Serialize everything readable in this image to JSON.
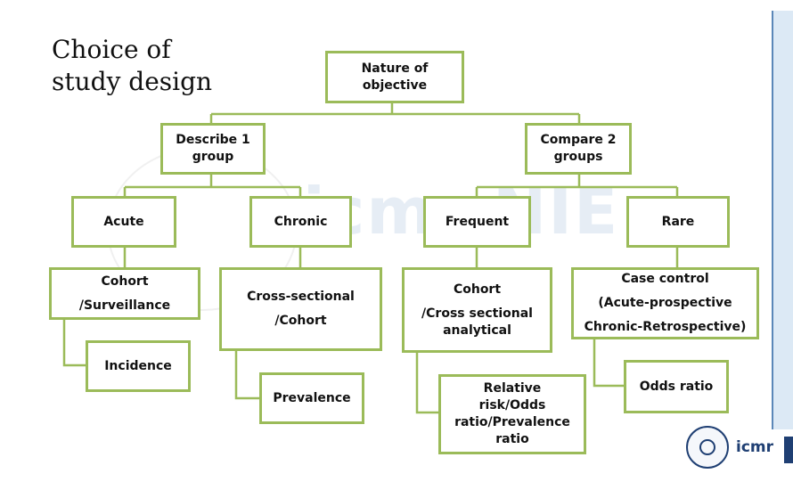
{
  "title": {
    "line1": "Choice of",
    "line2": "study design"
  },
  "nodes": {
    "root": "Nature of objective",
    "describe": "Describe 1 group",
    "compare": "Compare 2 groups",
    "acute": "Acute",
    "chronic": "Chronic",
    "frequent": "Frequent",
    "rare": "Rare",
    "cohort_surv": {
      "l1": "Cohort",
      "l2": "/Surveillance"
    },
    "cross_sec": {
      "l1": "Cross-sectional",
      "l2": "/Cohort"
    },
    "cohort_cross": {
      "l1": "Cohort",
      "l2": "/Cross sectional analytical"
    },
    "case_control": {
      "l1": "Case control",
      "l2": "(Acute-prospective",
      "l3": "Chronic-Retrospective)"
    },
    "incidence": "Incidence",
    "prevalence": "Prevalence",
    "relative_risk": "Relative risk/Odds ratio/Prevalence ratio",
    "odds_ratio": "Odds ratio"
  },
  "logo": {
    "text": "icmr"
  },
  "colors": {
    "box_border": "#9bbb59",
    "connector": "#9bbb59"
  }
}
